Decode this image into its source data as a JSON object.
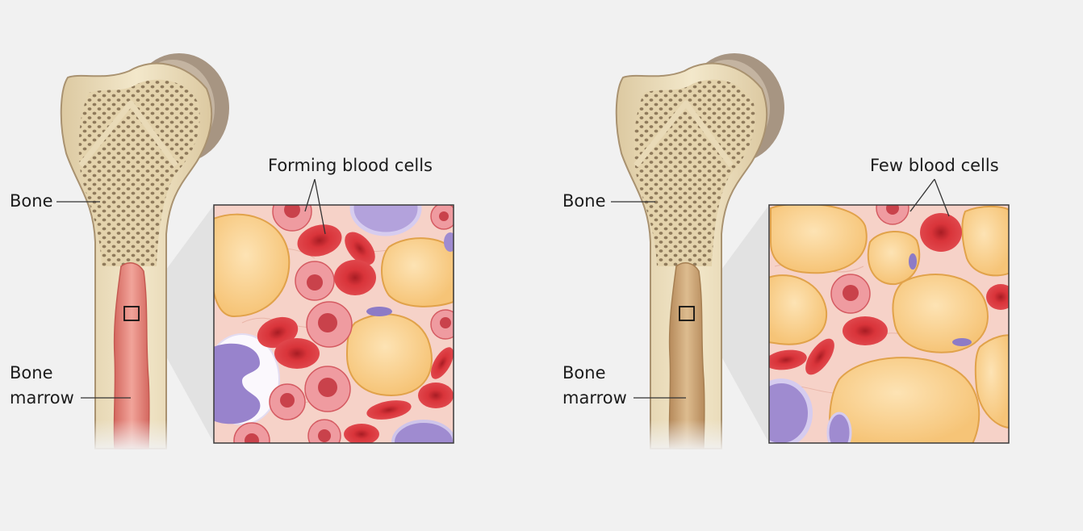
{
  "left_panel": {
    "bone_label": "Bone",
    "marrow_label_line1": "Bone",
    "marrow_label_line2": "marrow",
    "callout": "Forming blood cells"
  },
  "right_panel": {
    "bone_label": "Bone",
    "marrow_label_line1": "Bone",
    "marrow_label_line2": "marrow",
    "callout": "Few blood cells"
  },
  "colors": {
    "background": "#f1f1f1",
    "bone": "#efe2c0",
    "spongy_bone": "#cbb890",
    "cartilage_cap": "#a79582",
    "red_marrow": "#e88a80",
    "yellow_marrow": "#c9a172",
    "tissue_background": "#f6d2c8",
    "fat_cell": "#f8cd86",
    "red_blood_cell": "#d9343a",
    "forming_cell": "#ef9ba0",
    "white_blood_cell": "#9f8bd0"
  }
}
